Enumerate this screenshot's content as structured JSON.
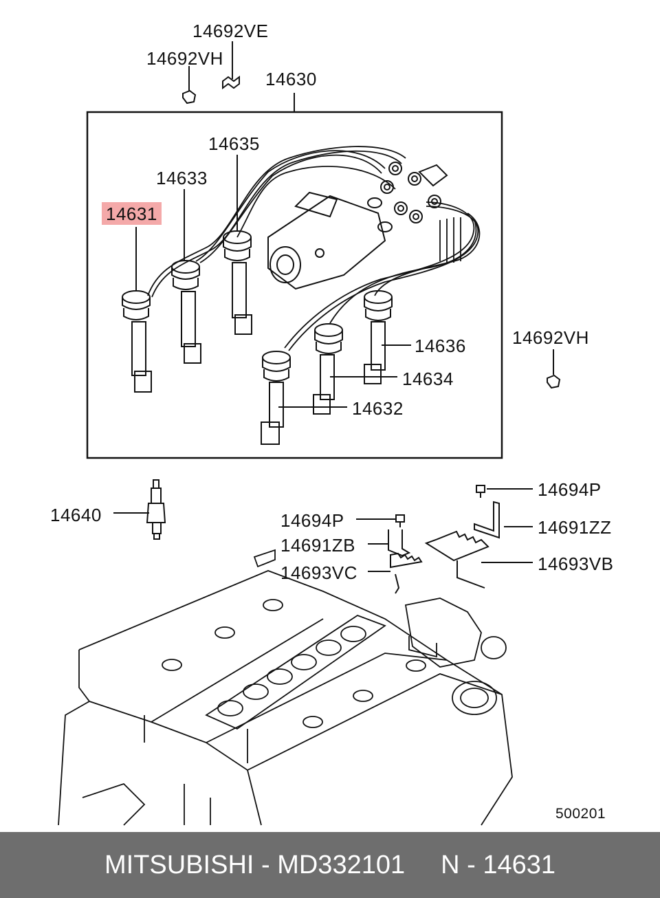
{
  "diagram": {
    "callouts": {
      "c14692ve": "14692VE",
      "c14692vh_top": "14692VH",
      "c14630": "14630",
      "c14635": "14635",
      "c14633": "14633",
      "c14631": "14631",
      "c14636": "14636",
      "c14634": "14634",
      "c14632": "14632",
      "c14692vh_right": "14692VH",
      "c14640": "14640",
      "c14694p_right": "14694P",
      "c14694p_mid": "14694P",
      "c14691zz": "14691ZZ",
      "c14691zb": "14691ZB",
      "c14693vb": "14693VB",
      "c14693vc": "14693VC"
    },
    "highlighted_part": "14631",
    "highlight_color": "#f4a9a9",
    "figure_number": "500201"
  },
  "footer": {
    "brand_part": "MITSUBISHI - MD332101",
    "ref": "N - 14631",
    "background_color": "#6e6e6e"
  }
}
